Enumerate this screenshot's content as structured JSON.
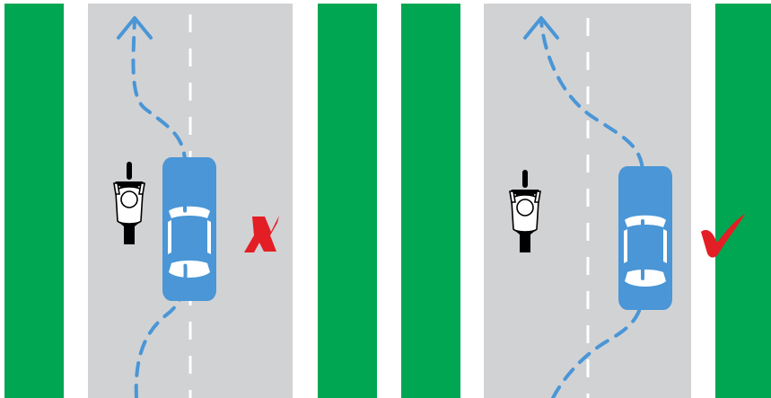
{
  "colors": {
    "background": "#ffffff",
    "grass": "#00a651",
    "road": "#d1d2d4",
    "lane_marking": "#ffffff",
    "car_body": "#4a96d6",
    "car_glass": "#ffffff",
    "path_line": "#4a96d6",
    "cross_mark": "#e31e24",
    "check_mark": "#e31e24",
    "rider": "#ffffff",
    "motorcycle": "#000000"
  },
  "panels": [
    {
      "id": "incorrect",
      "verdict": "incorrect",
      "indicator_icon": "cross-icon",
      "car_icon": "car-top-view-icon",
      "rider_icon": "motorcyclist-top-view-icon",
      "path_icon": "dashed-arrow-path-icon"
    },
    {
      "id": "correct",
      "verdict": "correct",
      "indicator_icon": "check-icon",
      "car_icon": "car-top-view-icon",
      "rider_icon": "motorcyclist-top-view-icon",
      "path_icon": "dashed-arrow-path-icon"
    }
  ]
}
